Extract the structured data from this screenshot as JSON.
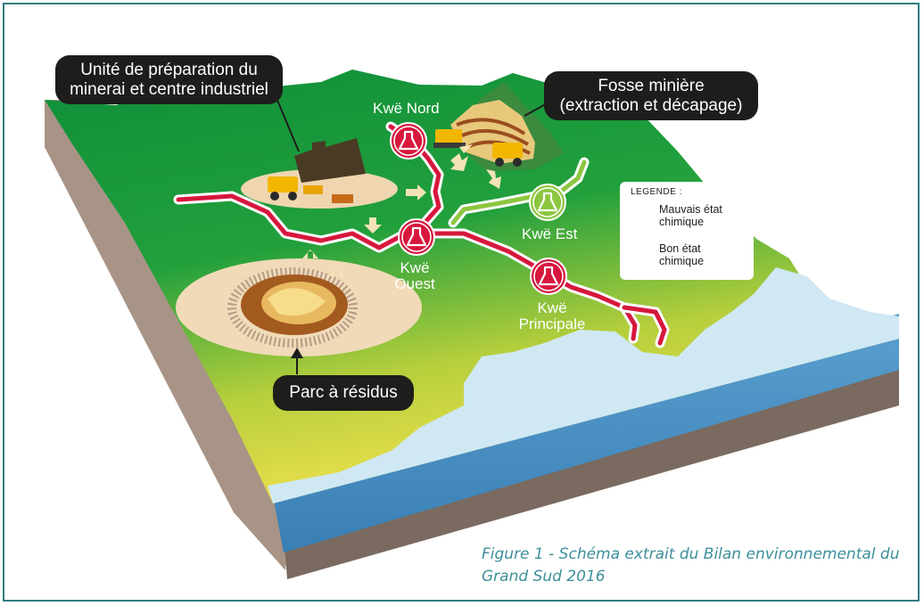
{
  "callouts": {
    "processing_plant": "Unité de préparation du minerai et centre industriel",
    "mine_pit": "Fosse minière (extraction et décapage)",
    "tailings": "Parc à résidus"
  },
  "sites": [
    {
      "name": "Kwë Nord",
      "status": "bad"
    },
    {
      "name": "Kwë Ouest",
      "status": "bad"
    },
    {
      "name": "Kwë Est",
      "status": "good"
    },
    {
      "name": "Kwë Principale",
      "status": "bad"
    }
  ],
  "legend": {
    "title": "LEGENDE :",
    "bad_label": "Mauvais état chimique",
    "good_label": "Bon état chimique"
  },
  "caption": "Figure 1 - Schéma extrait du Bilan environnemental du Grand Sud 2016",
  "colors": {
    "bad": "#d7173d",
    "good": "#8cc63f",
    "callout_bg": "#1d1d1b",
    "caption": "#3d8f9a",
    "frame": "#2f7d80"
  }
}
